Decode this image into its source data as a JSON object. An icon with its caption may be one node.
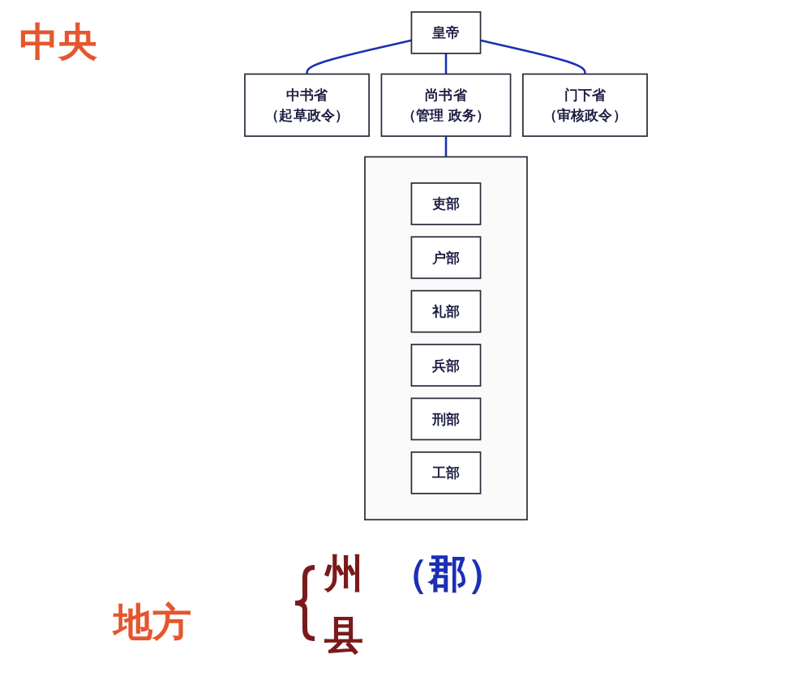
{
  "diagram": {
    "nodes": [
      {
        "text": [
          "皇帝"
        ]
      },
      {
        "text": [
          "中书省",
          "（起草政令）"
        ]
      },
      {
        "text": [
          "尚书省",
          "（管理 政务）"
        ]
      },
      {
        "text": [
          "门下省",
          "（审核政令）"
        ]
      },
      {
        "text": [],
        "shape": "box"
      },
      {
        "text": [
          "吏部"
        ],
        "in": 4
      },
      {
        "text": [
          "户部"
        ],
        "in": 4
      },
      {
        "text": [
          "礼部"
        ],
        "in": 4
      },
      {
        "text": [
          "兵部"
        ],
        "in": 4
      },
      {
        "text": [
          "刑部"
        ],
        "in": 4
      },
      {
        "text": [
          "工部"
        ],
        "in": 4
      }
    ],
    "edges": [
      {
        "from": 0,
        "to": 1,
        "arrow": "none"
      },
      {
        "from": 0,
        "to": 2,
        "arrow": "none"
      },
      {
        "from": 0,
        "to": 3,
        "arrow": "none"
      },
      {
        "from": 2,
        "to": 4,
        "arrow": "none"
      }
    ],
    "labels": [
      "中央",
      "州",
      "（郡）",
      "地方",
      "县"
    ]
  }
}
